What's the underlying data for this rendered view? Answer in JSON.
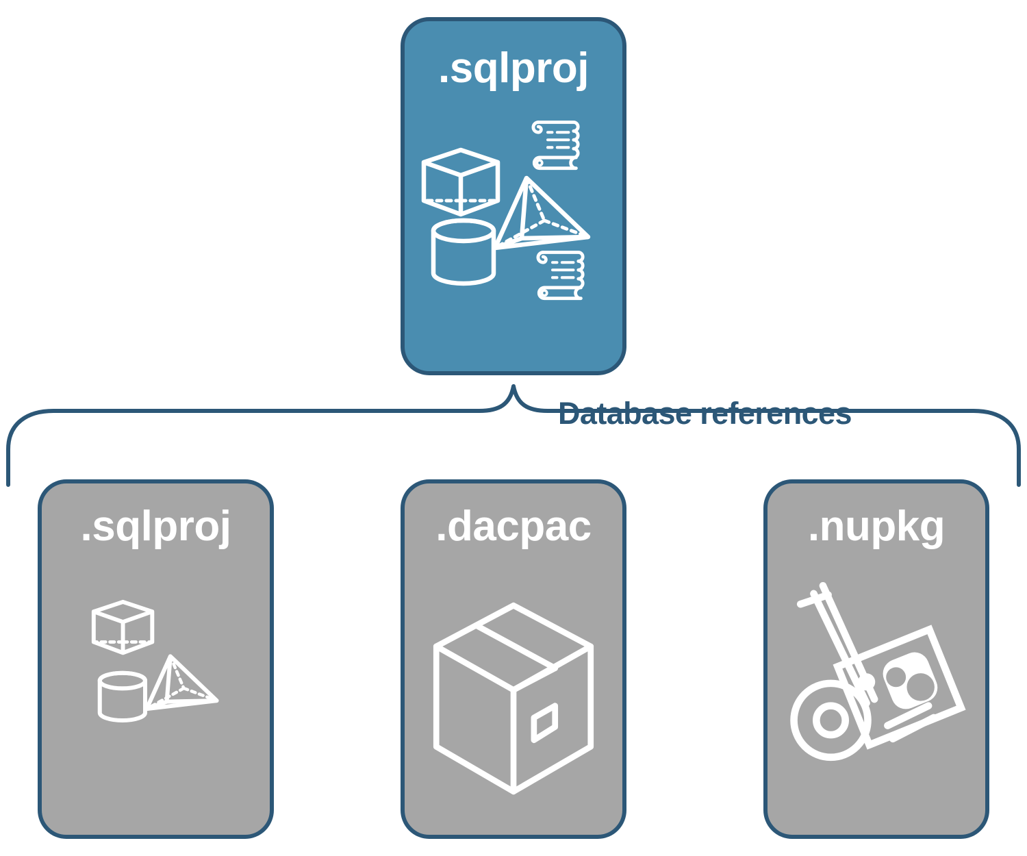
{
  "diagram": {
    "title": "Database references",
    "colors": {
      "accent_teal": "#4A8DB0",
      "gray": "#A6A6A6",
      "navy_outline": "#2C5777",
      "icon_white": "#FFFFFF",
      "background": "#FFFFFF"
    },
    "connector_label": "Database references"
  },
  "root_node": {
    "label": ".sqlproj",
    "fill": "#4A8DB0",
    "icons": [
      "wireframe-cube-icon",
      "wireframe-pyramid-icon",
      "wireframe-cylinder-icon",
      "scroll-script-icon",
      "scroll-script-icon"
    ]
  },
  "reference_nodes": [
    {
      "label": ".sqlproj",
      "fill": "#A6A6A6",
      "icons": [
        "wireframe-cube-icon",
        "wireframe-pyramid-icon",
        "wireframe-cylinder-icon"
      ]
    },
    {
      "label": ".dacpac",
      "fill": "#A6A6A6",
      "icons": [
        "shipping-box-icon"
      ]
    },
    {
      "label": ".nupkg",
      "fill": "#A6A6A6",
      "icons": [
        "hand-truck-icon",
        "nuget-package-icon"
      ]
    }
  ]
}
